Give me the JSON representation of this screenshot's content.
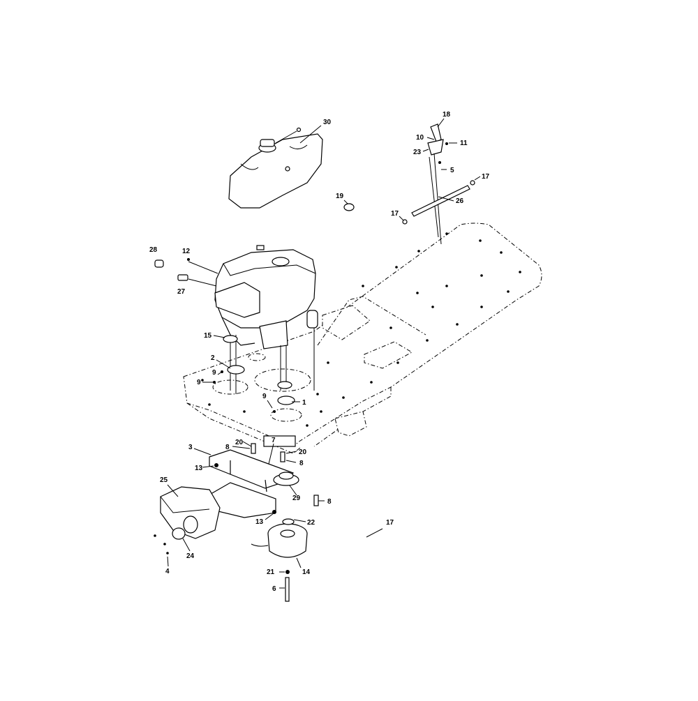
{
  "diagram": {
    "callouts": [
      "30",
      "18",
      "10",
      "11",
      "23",
      "5",
      "17",
      "26",
      "17",
      "19",
      "28",
      "12",
      "27",
      "15",
      "2",
      "9",
      "9",
      "9",
      "1",
      "3",
      "20",
      "7",
      "8",
      "20",
      "8",
      "13",
      "25",
      "29",
      "8",
      "13",
      "22",
      "24",
      "4",
      "21",
      "14",
      "6",
      "17"
    ]
  }
}
